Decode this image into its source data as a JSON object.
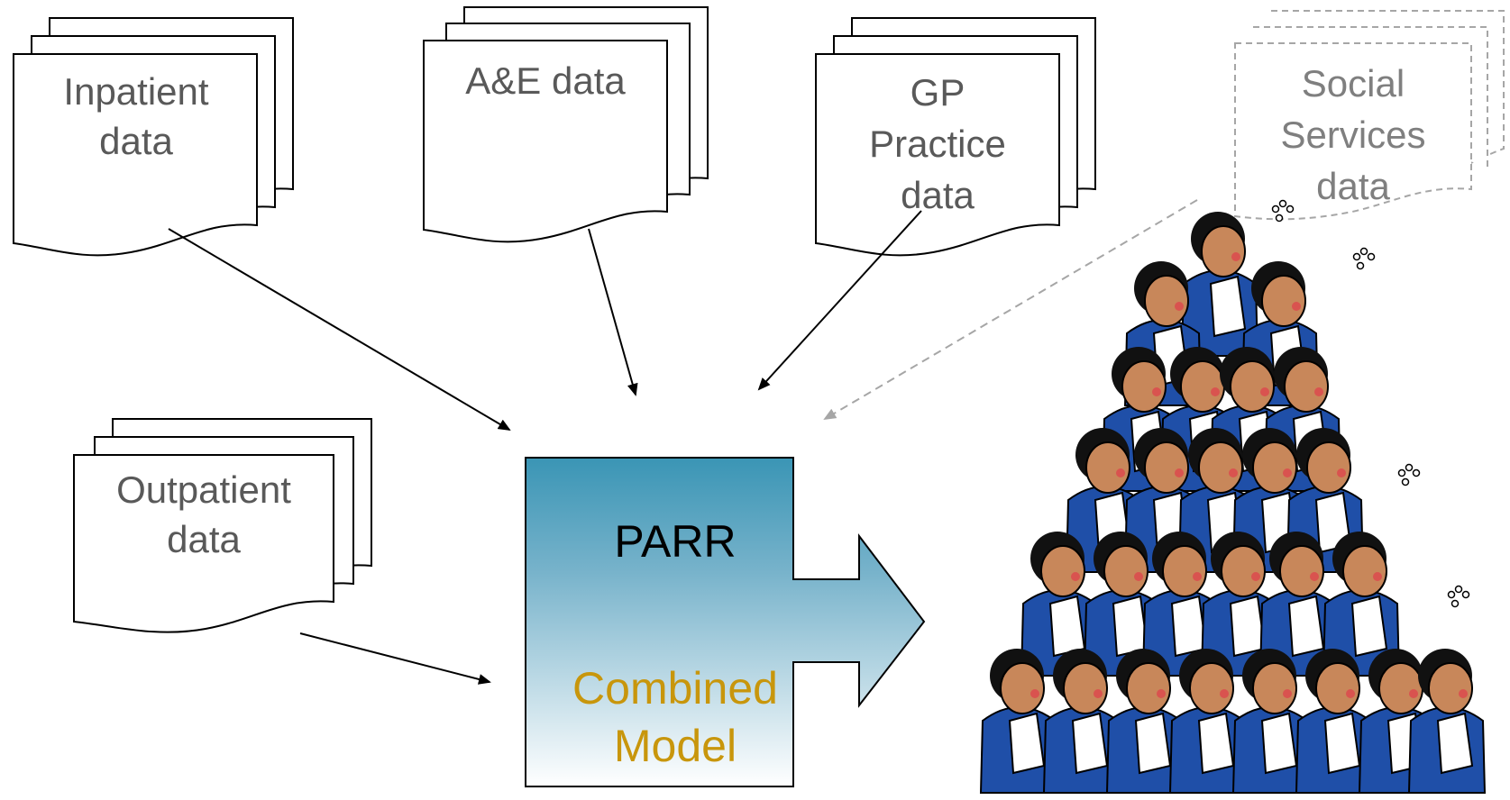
{
  "sources": {
    "inpatient": [
      "Inpatient",
      "data"
    ],
    "ae": [
      "A&E data"
    ],
    "gp": [
      "GP",
      "Practice",
      "data"
    ],
    "social": [
      "Social",
      "Services",
      "data"
    ],
    "outpatient": [
      "Outpatient",
      "data"
    ]
  },
  "model": {
    "title": "PARR",
    "subtitle": [
      "Combined",
      "Model"
    ]
  },
  "colors": {
    "model_top": "#3a95b5",
    "model_bottom": "#ffffff",
    "model_sub": "#c8960c",
    "label": "#595959",
    "social_label": "#7f7f7f",
    "dashed": "#a6a6a6",
    "people_sweater": "#1f4fa8",
    "people_skin": "#c8875a"
  },
  "icons": [
    "document-stack-icon",
    "arrow-icon",
    "people-crowd-icon"
  ]
}
